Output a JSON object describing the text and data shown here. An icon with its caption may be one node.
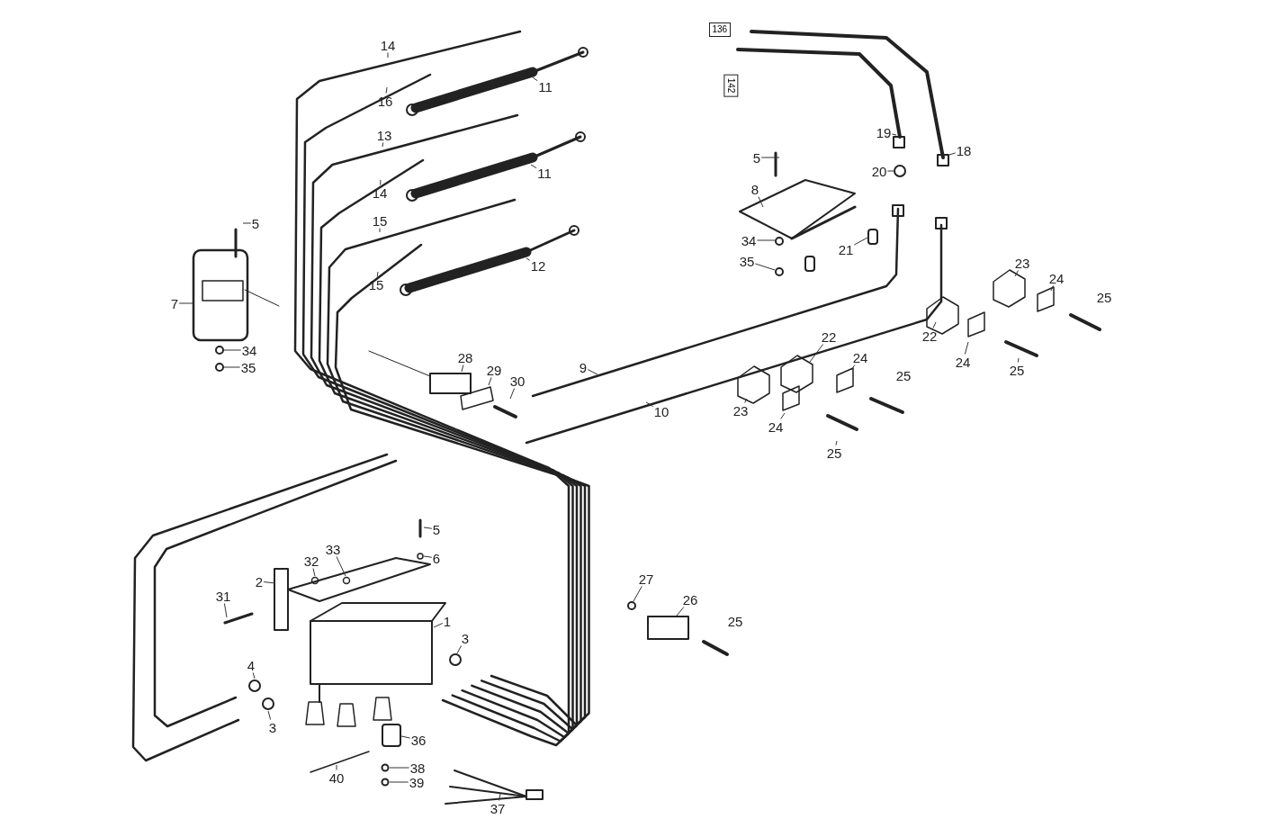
{
  "diagram": {
    "nodes": [
      {
        "text": [
          "14"
        ]
      },
      {
        "text": [
          "16"
        ]
      },
      {
        "text": [
          "11"
        ]
      },
      {
        "text": [
          "13"
        ]
      },
      {
        "text": [
          "14"
        ]
      },
      {
        "text": [
          "11"
        ]
      },
      {
        "text": [
          "15"
        ]
      },
      {
        "text": [
          "15"
        ]
      },
      {
        "text": [
          "12"
        ]
      },
      {
        "text": [
          "5"
        ]
      },
      {
        "text": [
          "7"
        ]
      },
      {
        "text": [
          "34"
        ]
      },
      {
        "text": [
          "35"
        ]
      },
      {
        "text": [
          "28"
        ]
      },
      {
        "text": [
          "29"
        ]
      },
      {
        "text": [
          "30"
        ]
      },
      {
        "text": [
          "9"
        ]
      },
      {
        "text": [
          "10"
        ]
      },
      {
        "text": [
          "136"
        ]
      },
      {
        "text": [
          "142"
        ]
      },
      {
        "text": [
          "19"
        ]
      },
      {
        "text": [
          "18"
        ]
      },
      {
        "text": [
          "20"
        ]
      },
      {
        "text": [
          "5"
        ]
      },
      {
        "text": [
          "8"
        ]
      },
      {
        "text": [
          "34"
        ]
      },
      {
        "text": [
          "35"
        ]
      },
      {
        "text": [
          "21"
        ]
      },
      {
        "text": [
          "23"
        ]
      },
      {
        "text": [
          "24"
        ]
      },
      {
        "text": [
          "22"
        ]
      },
      {
        "text": [
          "24"
        ]
      },
      {
        "text": [
          "25"
        ]
      },
      {
        "text": [
          "22"
        ]
      },
      {
        "text": [
          "24"
        ]
      },
      {
        "text": [
          "23"
        ]
      },
      {
        "text": [
          "24"
        ]
      },
      {
        "text": [
          "25"
        ]
      },
      {
        "text": [
          "5"
        ]
      },
      {
        "text": [
          "6"
        ]
      },
      {
        "text": [
          "32"
        ]
      },
      {
        "text": [
          "33"
        ]
      },
      {
        "text": [
          "2"
        ]
      },
      {
        "text": [
          "31"
        ]
      },
      {
        "text": [
          "1"
        ]
      },
      {
        "text": [
          "3"
        ]
      },
      {
        "text": [
          "4"
        ]
      },
      {
        "text": [
          "3"
        ]
      },
      {
        "text": [
          "27"
        ]
      },
      {
        "text": [
          "26"
        ]
      },
      {
        "text": [
          "36"
        ]
      },
      {
        "text": [
          "38"
        ]
      },
      {
        "text": [
          "39"
        ]
      },
      {
        "text": [
          "40"
        ]
      },
      {
        "text": [
          "37"
        ]
      }
    ],
    "edges": [
      {
        "from": 0,
        "to": null,
        "arrow": "none"
      },
      {
        "from": 1,
        "to": null,
        "arrow": "none"
      },
      {
        "from": 2,
        "to": null,
        "arrow": "none"
      },
      {
        "from": 3,
        "to": null,
        "arrow": "none"
      },
      {
        "from": 4,
        "to": null,
        "arrow": "none"
      },
      {
        "from": 5,
        "to": null,
        "arrow": "none"
      },
      {
        "from": 6,
        "to": null,
        "arrow": "none"
      },
      {
        "from": 7,
        "to": null,
        "arrow": "none"
      },
      {
        "from": 8,
        "to": null,
        "arrow": "none"
      },
      {
        "from": 9,
        "to": null,
        "arrow": "none"
      },
      {
        "from": 10,
        "to": null,
        "arrow": "none"
      },
      {
        "from": 11,
        "to": null,
        "arrow": "none"
      },
      {
        "from": 12,
        "to": null,
        "arrow": "none"
      },
      {
        "from": 13,
        "to": null,
        "arrow": "none"
      },
      {
        "from": 14,
        "to": null,
        "arrow": "none"
      },
      {
        "from": 15,
        "to": null,
        "arrow": "none"
      },
      {
        "from": 16,
        "to": null,
        "arrow": "none"
      },
      {
        "from": 17,
        "to": null,
        "arrow": "none"
      },
      {
        "from": 20,
        "to": null,
        "arrow": "none"
      },
      {
        "from": 21,
        "to": null,
        "arrow": "none"
      },
      {
        "from": 22,
        "to": null,
        "arrow": "none"
      },
      {
        "from": 23,
        "to": null,
        "arrow": "none"
      },
      {
        "from": 24,
        "to": null,
        "arrow": "none"
      },
      {
        "from": 25,
        "to": null,
        "arrow": "none"
      },
      {
        "from": 26,
        "to": null,
        "arrow": "none"
      },
      {
        "from": 27,
        "to": null,
        "arrow": "none"
      },
      {
        "from": 28,
        "to": null,
        "arrow": "none"
      },
      {
        "from": 29,
        "to": null,
        "arrow": "none"
      },
      {
        "from": 30,
        "to": null,
        "arrow": "none"
      },
      {
        "from": 31,
        "to": null,
        "arrow": "none"
      },
      {
        "from": 32,
        "to": null,
        "arrow": "none"
      },
      {
        "from": 33,
        "to": null,
        "arrow": "none"
      },
      {
        "from": 34,
        "to": null,
        "arrow": "none"
      },
      {
        "from": 35,
        "to": null,
        "arrow": "none"
      },
      {
        "from": 36,
        "to": null,
        "arrow": "none"
      },
      {
        "from": 37,
        "to": null,
        "arrow": "none"
      },
      {
        "from": 38,
        "to": null,
        "arrow": "none"
      },
      {
        "from": 39,
        "to": null,
        "arrow": "none"
      },
      {
        "from": 40,
        "to": null,
        "arrow": "none"
      },
      {
        "from": 41,
        "to": null,
        "arrow": "none"
      },
      {
        "from": 42,
        "to": null,
        "arrow": "none"
      },
      {
        "from": 43,
        "to": null,
        "arrow": "none"
      },
      {
        "from": 44,
        "to": null,
        "arrow": "none"
      },
      {
        "from": 45,
        "to": null,
        "arrow": "none"
      },
      {
        "from": 46,
        "to": null,
        "arrow": "none"
      },
      {
        "from": 47,
        "to": null,
        "arrow": "none"
      },
      {
        "from": 48,
        "to": null,
        "arrow": "none"
      },
      {
        "from": 49,
        "to": null,
        "arrow": "none"
      },
      {
        "from": 50,
        "to": null,
        "arrow": "none"
      },
      {
        "from": 51,
        "to": null,
        "arrow": "none"
      },
      {
        "from": 52,
        "to": null,
        "arrow": "none"
      },
      {
        "from": 53,
        "to": null,
        "arrow": "none"
      },
      {
        "from": 54,
        "to": null,
        "arrow": "none"
      }
    ],
    "labels": [
      "25",
      "25",
      "25"
    ]
  }
}
